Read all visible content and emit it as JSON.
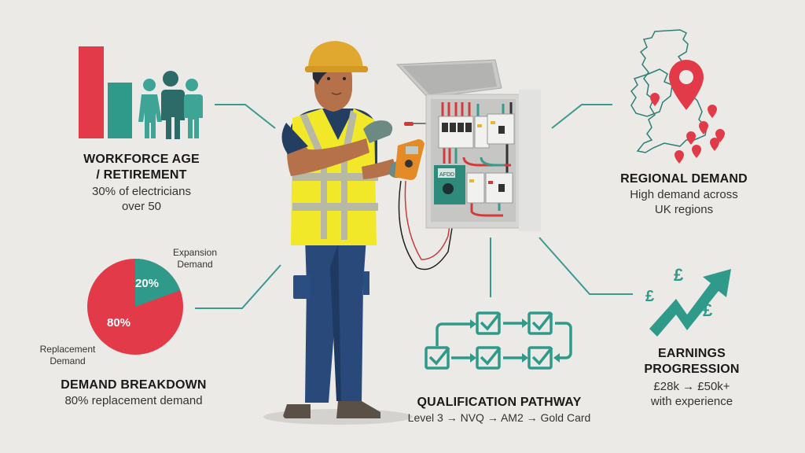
{
  "colors": {
    "background": "#ebeae6",
    "accent_teal": "#2f9a8a",
    "dark_teal": "#2c6b67",
    "accent_red": "#e23a48",
    "text": "#1a1a1a"
  },
  "workforce": {
    "title_line1": "WORKFORCE AGE",
    "title_line2": "/ RETIREMENT",
    "sub_line1": "30% of electricians",
    "sub_line2": "over 50",
    "icon": "bar-chart-with-people-icon"
  },
  "demand": {
    "title": "DEMAND BREAKDOWN",
    "sub": "80% replacement demand",
    "expansion_label_line1": "Expansion",
    "expansion_label_line2": "Demand",
    "replacement_label_line1": "Replacement",
    "replacement_label_line2": "Demand",
    "expansion_pct": "20%",
    "replacement_pct": "80%"
  },
  "regional": {
    "title": "REGIONAL DEMAND",
    "sub_line1": "High demand across",
    "sub_line2": "UK regions",
    "icon": "uk-map-pins-icon"
  },
  "earnings": {
    "title_line1": "EARNINGS",
    "title_line2": "PROGRESSION",
    "sub_line1": "£28k → £50k+",
    "sub_line2": "with experience",
    "currency_symbol": "£",
    "icon": "rising-arrow-pound-icon"
  },
  "qualification": {
    "title": "QUALIFICATION PATHWAY",
    "sub": "Level 3 → NVQ → AM2 → Gold Card",
    "icon": "checkbox-flow-icon"
  },
  "illustration": {
    "subject": "electrician-with-multimeter",
    "panel_label": "AFDD"
  },
  "chart_data": {
    "type": "pie",
    "title": "DEMAND BREAKDOWN",
    "subtitle": "80% replacement demand",
    "categories": [
      "Replacement Demand",
      "Expansion Demand"
    ],
    "values": [
      80,
      20
    ],
    "colors": [
      "#e23a48",
      "#2f9a8a"
    ]
  }
}
